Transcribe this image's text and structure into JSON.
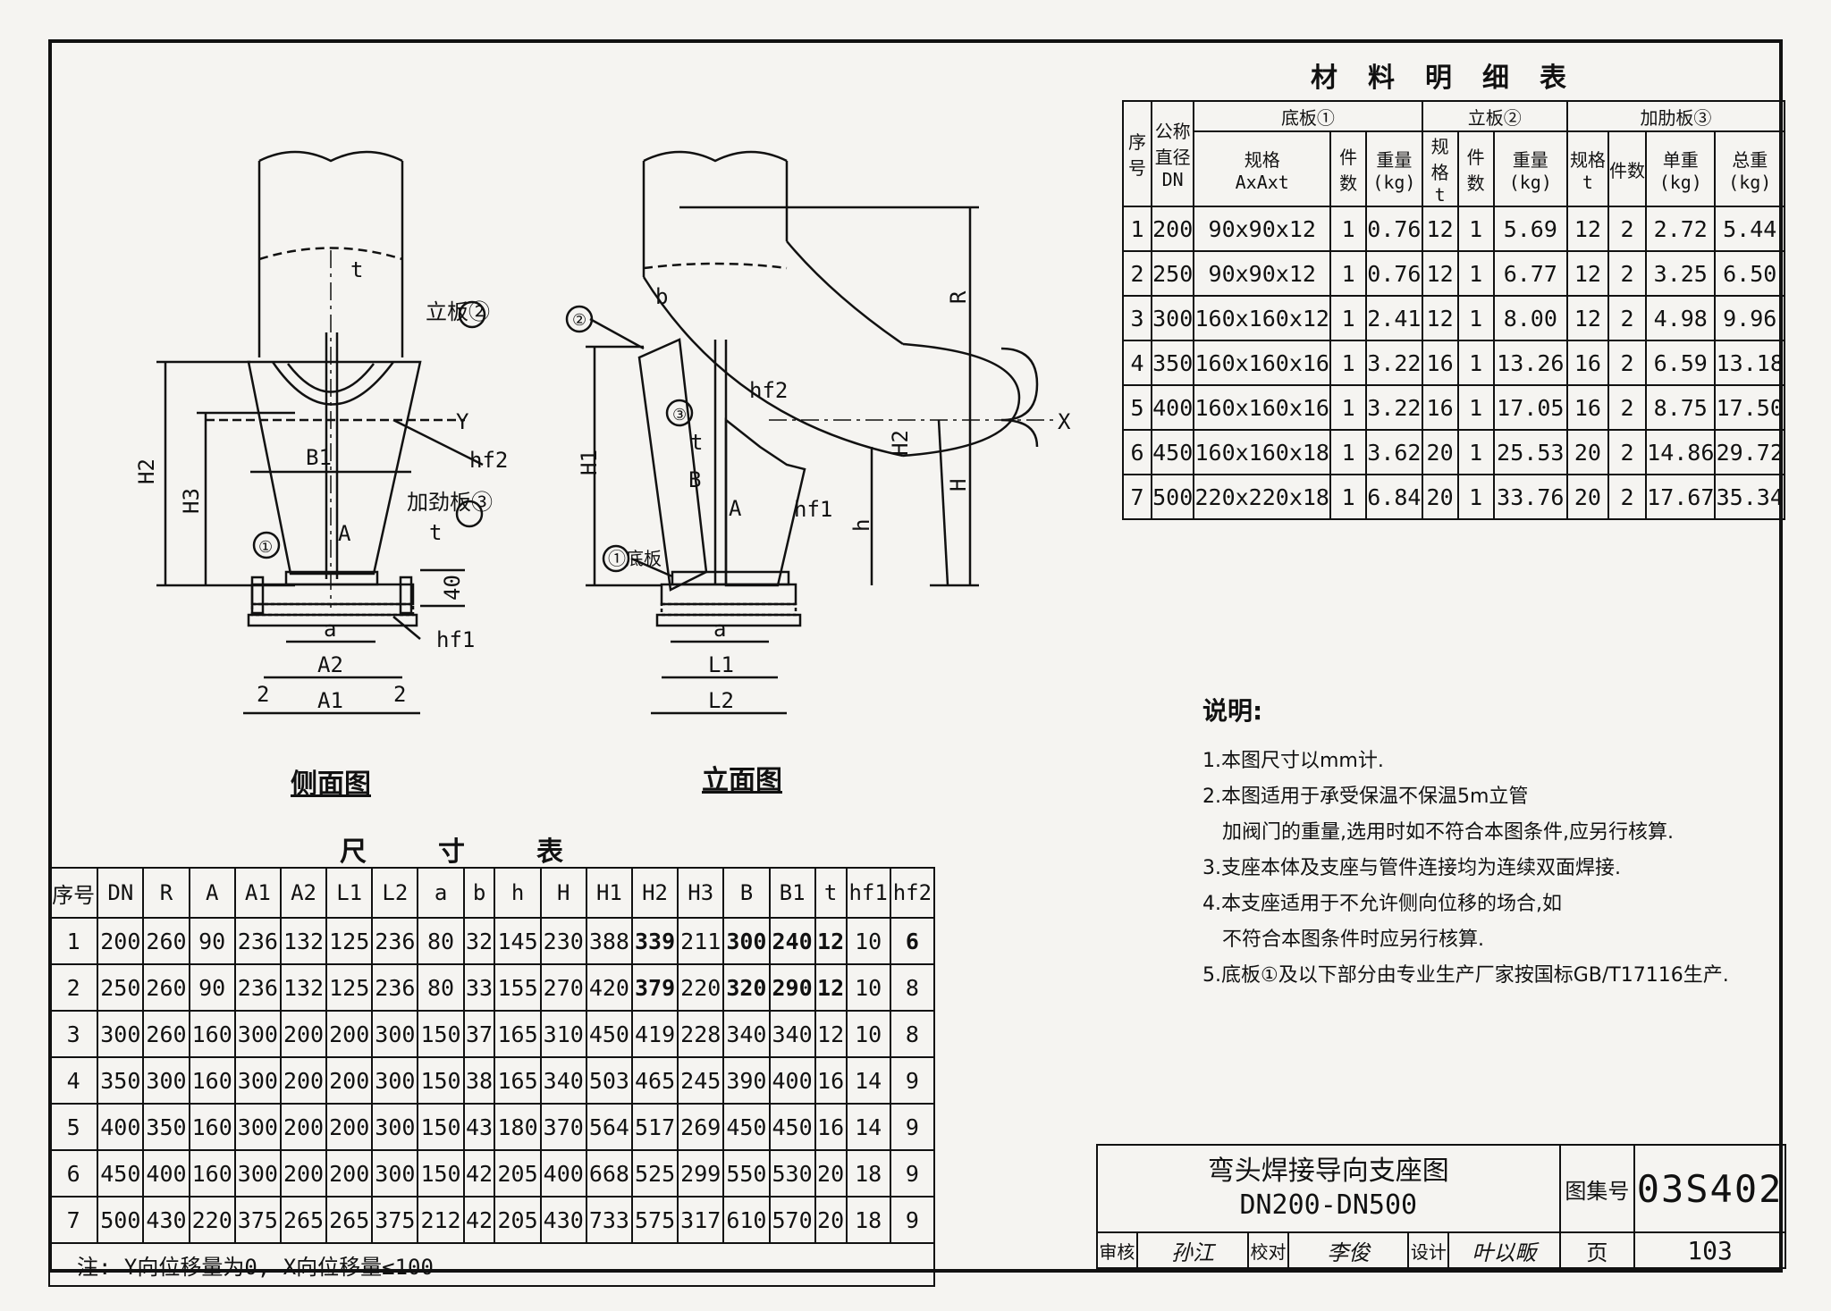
{
  "material_table": {
    "title": "材料明细表",
    "headers": {
      "seq": "序号",
      "dn": "公称直径",
      "dn_sub": "DN",
      "base_plate": "底板①",
      "riser_plate": "立板②",
      "rib_plate": "加肋板③",
      "spec": "规格",
      "spec_sub": "AxAxt",
      "count": "件数",
      "weight": "重量",
      "weight_unit": "(kg)",
      "spec_t": "规格",
      "spec_t_sub": "t",
      "unit_weight": "单重",
      "total_weight": "总重"
    },
    "rows": [
      [
        "1",
        "200",
        "90x90x12",
        "1",
        "0.76",
        "12",
        "1",
        "5.69",
        "12",
        "2",
        "2.72",
        "5.44"
      ],
      [
        "2",
        "250",
        "90x90x12",
        "1",
        "0.76",
        "12",
        "1",
        "6.77",
        "12",
        "2",
        "3.25",
        "6.50"
      ],
      [
        "3",
        "300",
        "160x160x12",
        "1",
        "2.41",
        "12",
        "1",
        "8.00",
        "12",
        "2",
        "4.98",
        "9.96"
      ],
      [
        "4",
        "350",
        "160x160x16",
        "1",
        "3.22",
        "16",
        "1",
        "13.26",
        "16",
        "2",
        "6.59",
        "13.18"
      ],
      [
        "5",
        "400",
        "160x160x16",
        "1",
        "3.22",
        "16",
        "1",
        "17.05",
        "16",
        "2",
        "8.75",
        "17.50"
      ],
      [
        "6",
        "450",
        "160x160x18",
        "1",
        "3.62",
        "20",
        "1",
        "25.53",
        "20",
        "2",
        "14.86",
        "29.72"
      ],
      [
        "7",
        "500",
        "220x220x18",
        "1",
        "6.84",
        "20",
        "1",
        "33.76",
        "20",
        "2",
        "17.67",
        "35.34"
      ]
    ]
  },
  "dimension_table": {
    "title": "尺寸表",
    "headers": [
      "序号",
      "DN",
      "R",
      "A",
      "A1",
      "A2",
      "L1",
      "L2",
      "a",
      "b",
      "h",
      "H",
      "H1",
      "H2",
      "H3",
      "B",
      "B1",
      "t",
      "hf1",
      "hf2"
    ],
    "rows": [
      [
        "1",
        "200",
        "260",
        "90",
        "236",
        "132",
        "125",
        "236",
        "80",
        "32",
        "145",
        "230",
        "388",
        "339",
        "211",
        "300",
        "240",
        "12",
        "10",
        "6"
      ],
      [
        "2",
        "250",
        "260",
        "90",
        "236",
        "132",
        "125",
        "236",
        "80",
        "33",
        "155",
        "270",
        "420",
        "379",
        "220",
        "320",
        "290",
        "12",
        "10",
        "8"
      ],
      [
        "3",
        "300",
        "260",
        "160",
        "300",
        "200",
        "200",
        "300",
        "150",
        "37",
        "165",
        "310",
        "450",
        "419",
        "228",
        "340",
        "340",
        "12",
        "10",
        "8"
      ],
      [
        "4",
        "350",
        "300",
        "160",
        "300",
        "200",
        "200",
        "300",
        "150",
        "38",
        "165",
        "340",
        "503",
        "465",
        "245",
        "390",
        "400",
        "16",
        "14",
        "9"
      ],
      [
        "5",
        "400",
        "350",
        "160",
        "300",
        "200",
        "200",
        "300",
        "150",
        "43",
        "180",
        "370",
        "564",
        "517",
        "269",
        "450",
        "450",
        "16",
        "14",
        "9"
      ],
      [
        "6",
        "450",
        "400",
        "160",
        "300",
        "200",
        "200",
        "300",
        "150",
        "42",
        "205",
        "400",
        "668",
        "525",
        "299",
        "550",
        "530",
        "20",
        "18",
        "9"
      ],
      [
        "7",
        "500",
        "430",
        "220",
        "375",
        "265",
        "265",
        "375",
        "212",
        "42",
        "205",
        "430",
        "733",
        "575",
        "317",
        "610",
        "570",
        "20",
        "18",
        "9"
      ]
    ],
    "note": "注: Y向位移量为0, X向位移量≤100"
  },
  "notes": {
    "heading": "说明:",
    "items": [
      "1.本图尺寸以mm计.",
      "2.本图适用于承受保温不保温5m立管",
      "加阀门的重量,选用时如不符合本图条件,应另行核算.",
      "3.支座本体及支座与管件连接均为连续双面焊接.",
      "4.本支座适用于不允许侧向位移的场合,如",
      "不符合本图条件时应另行核算.",
      "5.底板①及以下部分由专业生产厂家按国标GB/T17116生产."
    ]
  },
  "views": {
    "side_title": "侧面图",
    "front_title": "立面图",
    "side_labels": {
      "t": "t",
      "riser": "立板②",
      "y": "Y",
      "b1": "B1",
      "hf2": "hf2",
      "rib": "加劲板③",
      "a": "A",
      "h2": "H2",
      "h3": "H3",
      "c1": "①",
      "t2": "t",
      "d40": "40",
      "small_a": "a",
      "a2": "A2",
      "a1": "A1",
      "two": "2",
      "hf1": "hf1"
    },
    "front_labels": {
      "c2": "②",
      "b": "b",
      "c3": "③",
      "t": "t",
      "bb": "B",
      "hf2": "hf2",
      "h1": "H1",
      "r": "R",
      "x": "X",
      "h2": "H2",
      "hh": "H",
      "a": "A",
      "hf1": "hf1",
      "h": "h",
      "base": "①底板",
      "small_a": "a",
      "l1": "L1",
      "l2": "L2"
    }
  },
  "title_block": {
    "title_line1": "弯头焊接导向支座图",
    "title_line2": "DN200-DN500",
    "atlas_label": "图集号",
    "atlas_code": "03S402",
    "review_label": "审核",
    "review_sig": "孙江",
    "check_label": "校对",
    "check_sig": "李俊",
    "design_label": "设计",
    "design_sig": "叶以畈",
    "page_label": "页",
    "page_no": "103"
  }
}
